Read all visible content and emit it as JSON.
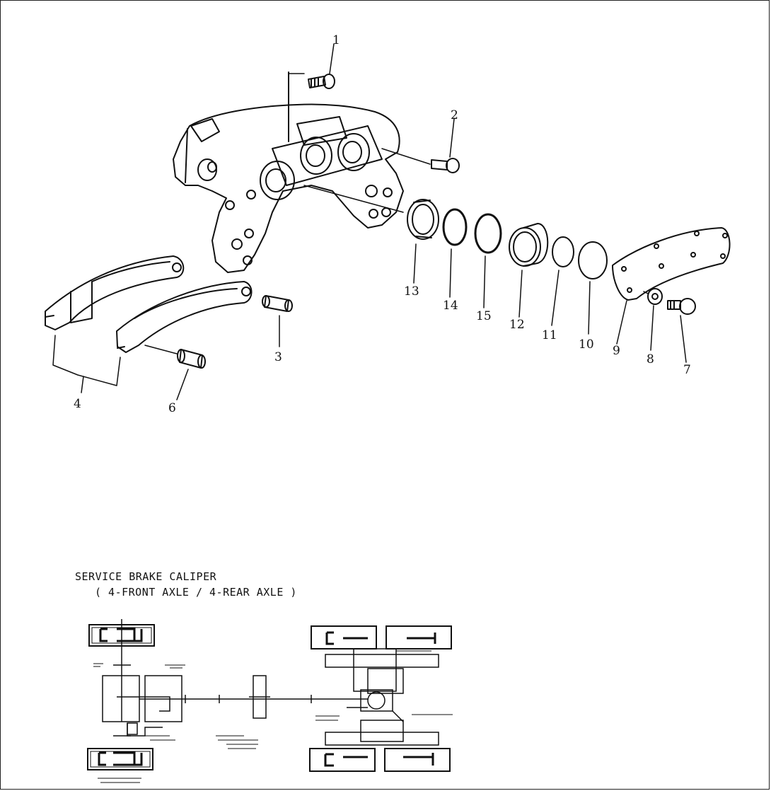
{
  "caption": {
    "line1": "SERVICE BRAKE CALIPER",
    "line2": "( 4-FRONT AXLE / 4-REAR AXLE )"
  },
  "callouts": [
    "1",
    "2",
    "3",
    "4",
    "6",
    "7",
    "8",
    "9",
    "10",
    "11",
    "12",
    "13",
    "14",
    "15"
  ],
  "colors": {
    "ink": "#111111",
    "background": "#ffffff"
  }
}
